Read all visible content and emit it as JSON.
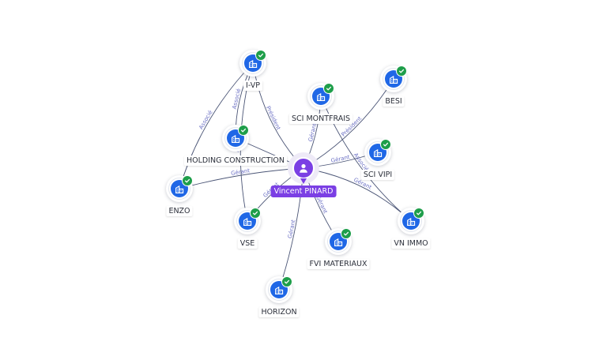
{
  "center": {
    "id": "vp",
    "label": "Vincent PINARD",
    "icon": "person-icon",
    "color": "#7b3fe4"
  },
  "companies": [
    {
      "id": "ivp",
      "label": "I-VP",
      "icon": "building-icon",
      "verified": true
    },
    {
      "id": "montfrais",
      "label": "SCI MONTFRAIS",
      "icon": "building-icon",
      "verified": true
    },
    {
      "id": "besi",
      "label": "BESI",
      "icon": "building-icon",
      "verified": true
    },
    {
      "id": "holding",
      "label": "HOLDING CONSTRUCTION",
      "icon": "building-icon",
      "verified": true
    },
    {
      "id": "scivipi",
      "label": "SCI VIPI",
      "icon": "building-icon",
      "verified": true
    },
    {
      "id": "enzo",
      "label": "ENZO",
      "icon": "building-icon",
      "verified": true
    },
    {
      "id": "vse",
      "label": "VSE",
      "icon": "building-icon",
      "verified": true
    },
    {
      "id": "vnimmo",
      "label": "VN IMMO",
      "icon": "building-icon",
      "verified": true
    },
    {
      "id": "fvi",
      "label": "FVI MATERIAUX",
      "icon": "building-icon",
      "verified": true
    },
    {
      "id": "horizon",
      "label": "HORIZON",
      "icon": "building-icon",
      "verified": true
    }
  ],
  "edges": [
    {
      "from": "vp",
      "to": "ivp",
      "label": "Président"
    },
    {
      "from": "vp",
      "to": "montfrais",
      "label": "Gérant"
    },
    {
      "from": "vp",
      "to": "besi",
      "label": "Président"
    },
    {
      "from": "vp",
      "to": "holding",
      "label": ""
    },
    {
      "from": "vp",
      "to": "scivipi",
      "label": "Gérant"
    },
    {
      "from": "vp",
      "to": "enzo",
      "label": "Gérant"
    },
    {
      "from": "vp",
      "to": "vse",
      "label": "Gérant"
    },
    {
      "from": "vp",
      "to": "vnimmo",
      "label": "Gérant"
    },
    {
      "from": "vp",
      "to": "fvi",
      "label": "Gérant"
    },
    {
      "from": "vp",
      "to": "horizon",
      "label": "Gérant"
    },
    {
      "from": "ivp",
      "to": "holding",
      "label": "Associé"
    },
    {
      "from": "ivp",
      "to": "vse",
      "label": "Associé"
    },
    {
      "from": "ivp",
      "to": "enzo",
      "label": "Associé"
    },
    {
      "from": "montfrais",
      "to": "vnimmo",
      "label": "Associé"
    }
  ],
  "colors": {
    "edge": "#4b5576",
    "edge_label": "#6a6fc4",
    "node": "#1f67e6",
    "verified": "#1e9e4a"
  }
}
